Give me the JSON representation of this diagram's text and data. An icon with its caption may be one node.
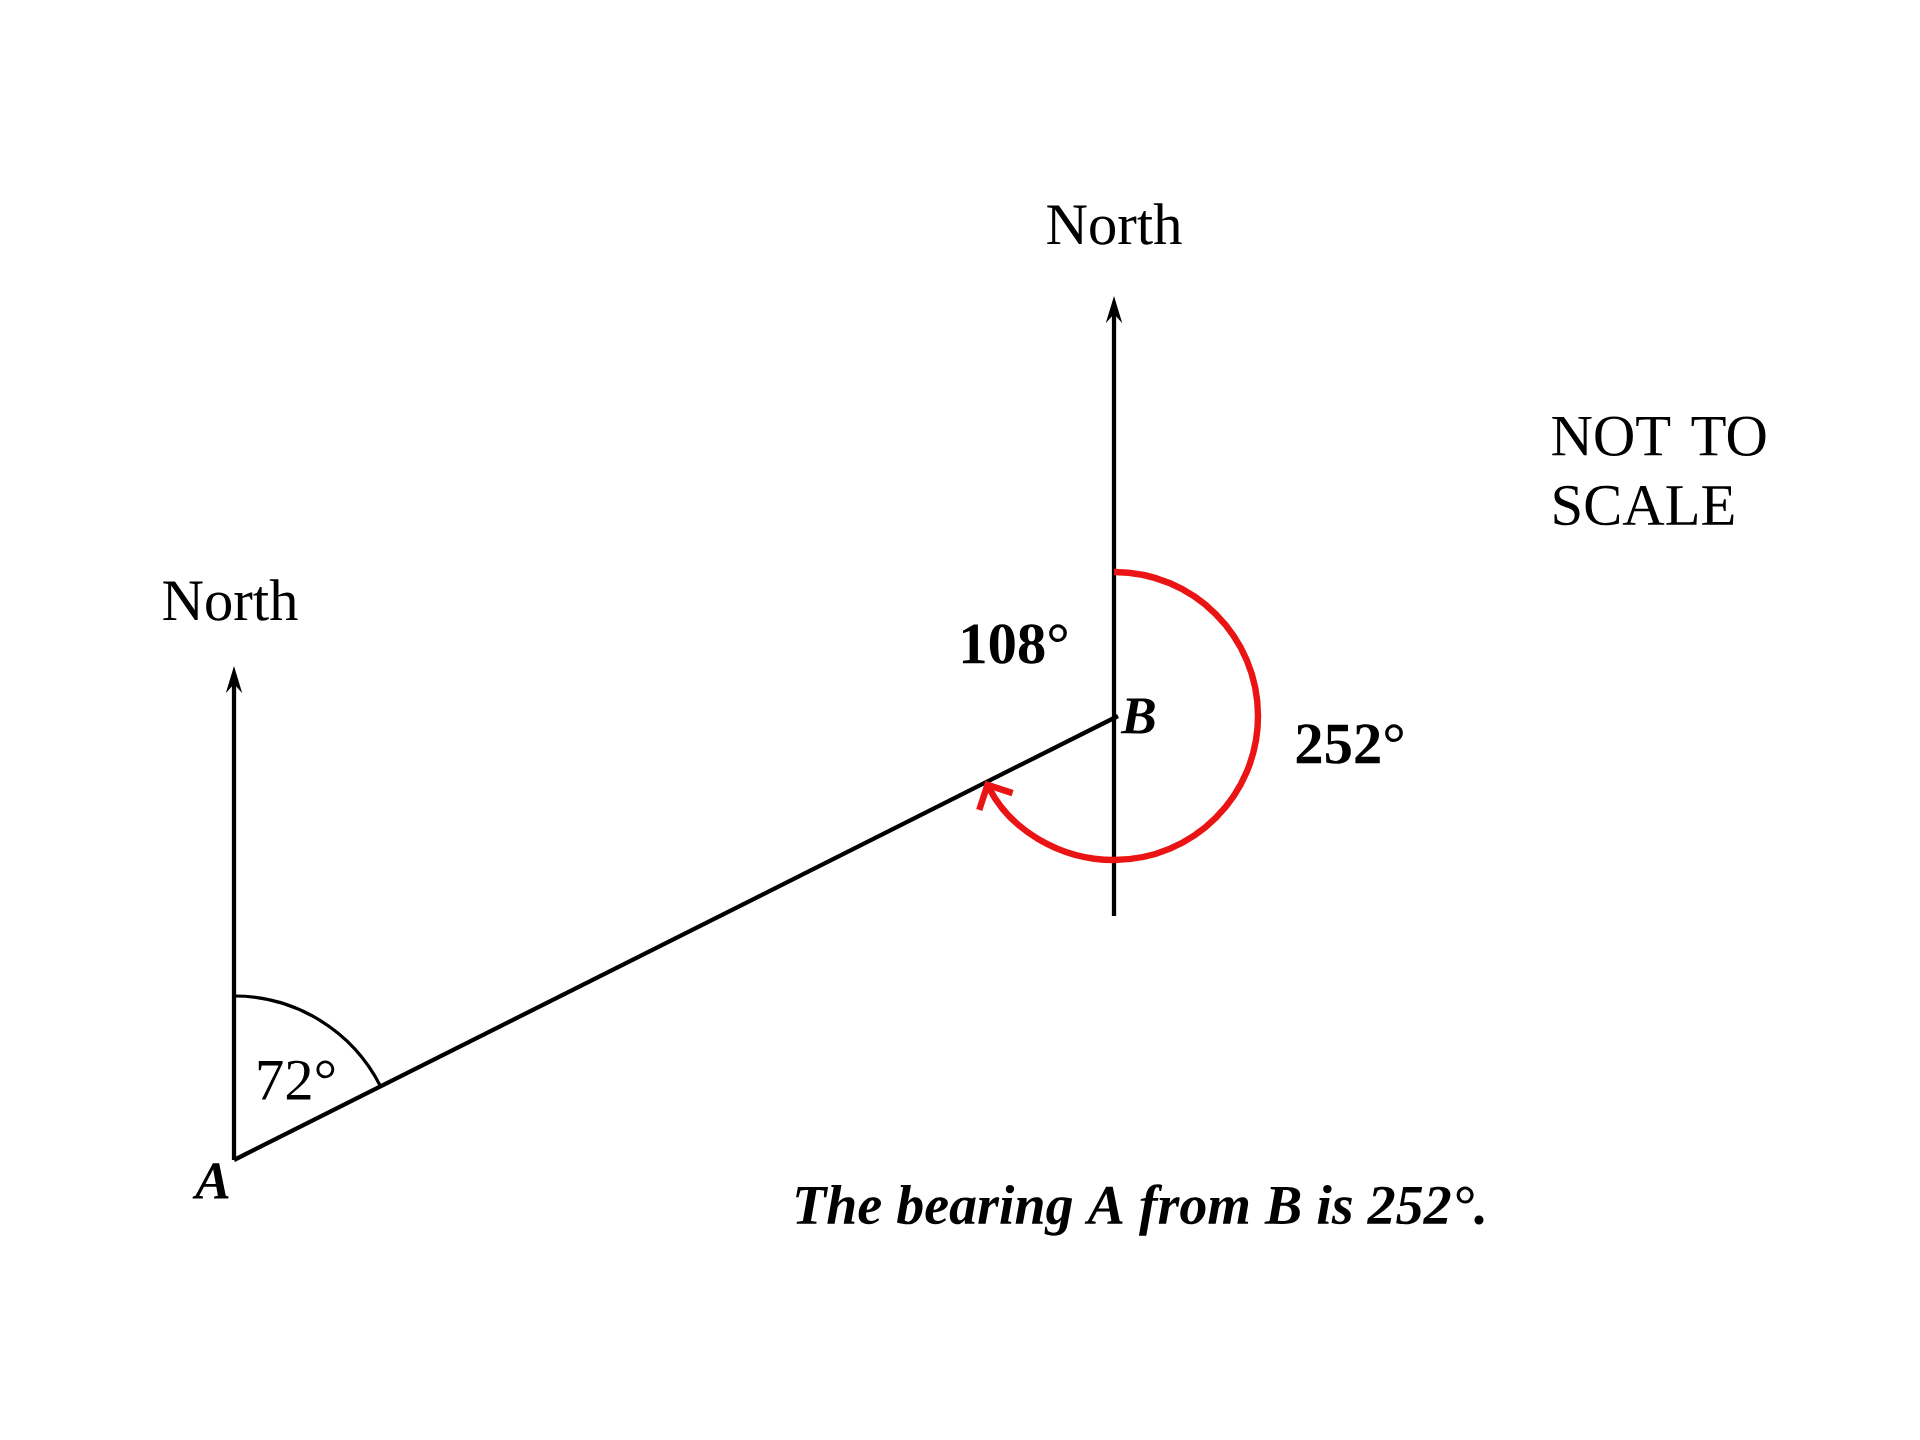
{
  "diagram": {
    "caption": "The bearing A from B is 252°.",
    "nodes": [
      {
        "text": [
          "A"
        ]
      },
      {
        "text": [
          "B"
        ]
      }
    ],
    "edges": [
      {
        "from": 0,
        "to": 1,
        "arrow": "none"
      }
    ],
    "labels": [
      "North",
      "NOT TO SCALE",
      "North",
      "108°",
      "252°",
      "72°"
    ]
  }
}
